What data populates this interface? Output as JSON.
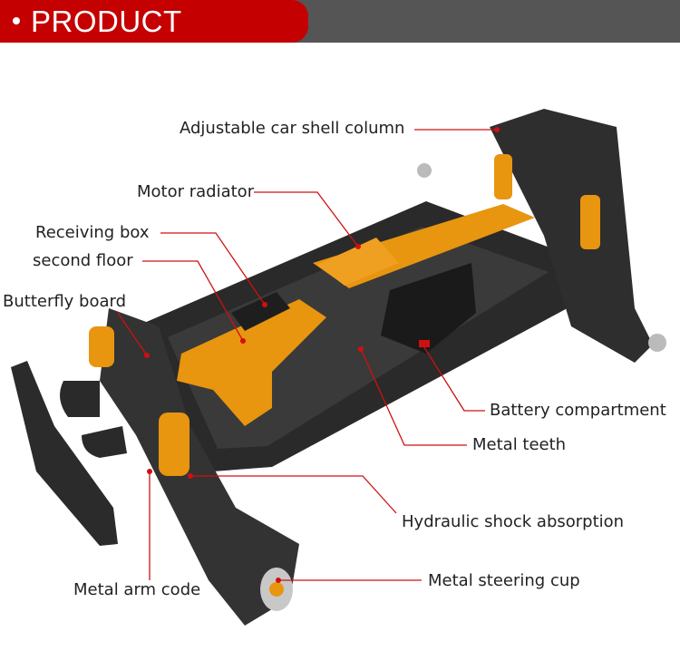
{
  "header": {
    "title": "PRODUCT DETAILS"
  },
  "colors": {
    "accent": "#c40000",
    "bar": "#555555",
    "leader": "#d01010",
    "gold": "#e8950f"
  },
  "labels": {
    "shell_column": "Adjustable car shell column",
    "motor_radiator": "Motor radiator",
    "receiving_box": "Receiving box",
    "second_floor": "second floor",
    "butterfly_board": "Butterfly board",
    "battery": "Battery compartment",
    "metal_teeth": "Metal teeth",
    "shock": "Hydraulic shock absorption",
    "steering_cup": "Metal steering cup",
    "arm_code": "Metal arm code"
  }
}
